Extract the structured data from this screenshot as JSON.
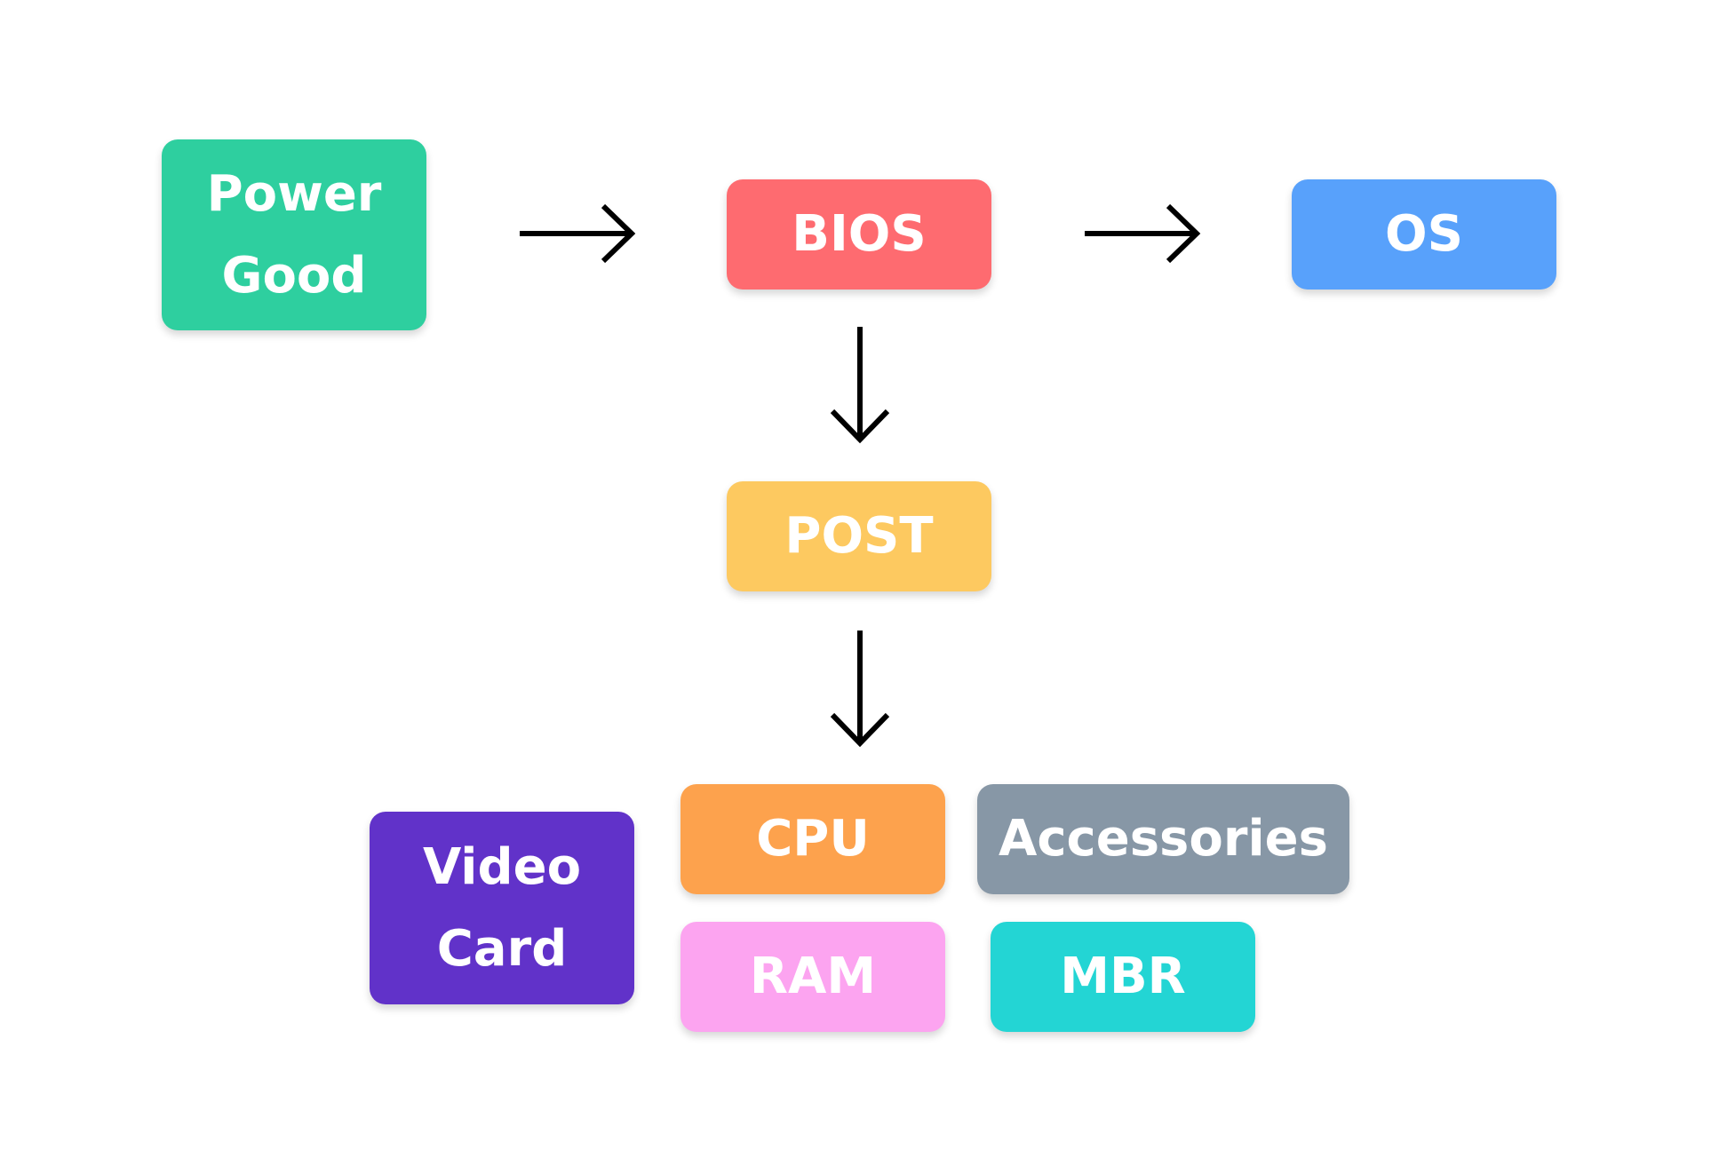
{
  "nodes": {
    "power_good": {
      "label": "Power\nGood",
      "color": "#2ecf9f"
    },
    "bios": {
      "label": "BIOS",
      "color": "#fe6b70"
    },
    "os": {
      "label": "OS",
      "color": "#58a1fb"
    },
    "post": {
      "label": "POST",
      "color": "#fdc960"
    },
    "cpu": {
      "label": "CPU",
      "color": "#fda24d"
    },
    "accessories": {
      "label": "Accessories",
      "color": "#8797a6"
    },
    "video_card": {
      "label": "Video\nCard",
      "color": "#6132c9"
    },
    "ram": {
      "label": "RAM",
      "color": "#fca4f0"
    },
    "mbr": {
      "label": "MBR",
      "color": "#23d5d4"
    }
  },
  "edges": [
    {
      "from": "power_good",
      "to": "bios"
    },
    {
      "from": "bios",
      "to": "os"
    },
    {
      "from": "bios",
      "to": "post"
    },
    {
      "from": "post",
      "to": "components"
    }
  ]
}
